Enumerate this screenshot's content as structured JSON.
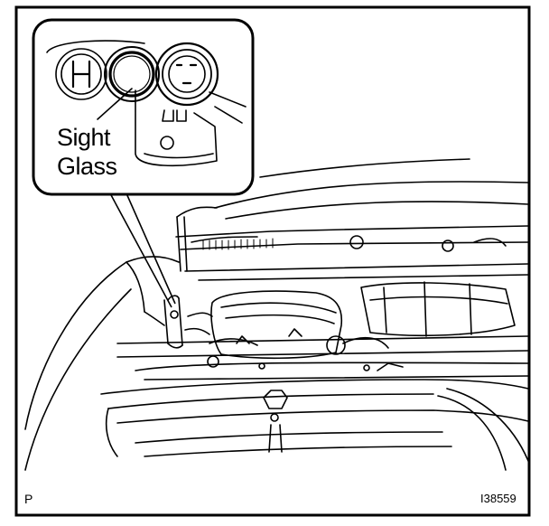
{
  "callout": {
    "label_line1": "Sight",
    "label_line2": "Glass"
  },
  "footer": {
    "page_letter": "P",
    "figure_code": "I38559"
  },
  "colors": {
    "line": "#000000",
    "background": "#ffffff"
  }
}
